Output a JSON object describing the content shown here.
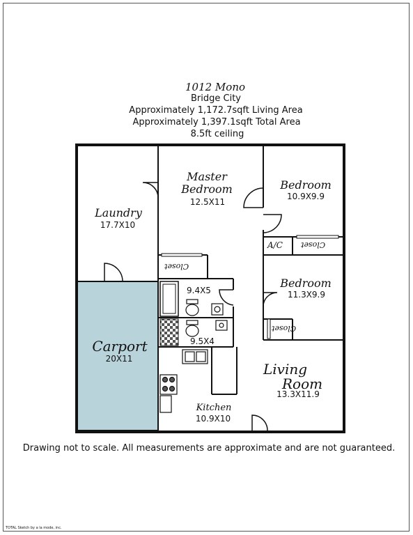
{
  "header": {
    "title": "1012 Mono",
    "city": "Bridge City",
    "living_area": "Approximately 1,172.7sqft Living Area",
    "total_area": "Approximately 1,397.1sqft Total Area",
    "ceiling": "8.5ft ceiling"
  },
  "rooms": {
    "laundry": {
      "name": "Laundry",
      "dim": "17.7X10"
    },
    "master": {
      "name_line1": "Master",
      "name_line2": "Bedroom",
      "dim": "12.5X11"
    },
    "bedroom1": {
      "name": "Bedroom",
      "dim": "10.9X9.9"
    },
    "ac": {
      "name": "A/C"
    },
    "bedroom2": {
      "name": "Bedroom",
      "dim": "11.3X9.9"
    },
    "bath1": {
      "dim": "9.4X5"
    },
    "bath2": {
      "dim": "9.5X4"
    },
    "carport": {
      "name": "Carport",
      "dim": "20X11"
    },
    "living": {
      "name_line1": "Living",
      "name_line2": "Room",
      "dim": "13.3X11.9"
    },
    "kitchen": {
      "name": "Kitchen",
      "dim": "10.9X10"
    },
    "closet_master": "Closet",
    "closet_bed1": "Closet",
    "closet_bed2": "Closet"
  },
  "footer": {
    "disclaimer": "Drawing not to scale. All measurements are approximate and are not guaranteed.",
    "credit": "TOTAL Sketch by a la mode, inc."
  },
  "colors": {
    "carport_fill": "#b8d3da",
    "wall": "#111111"
  }
}
